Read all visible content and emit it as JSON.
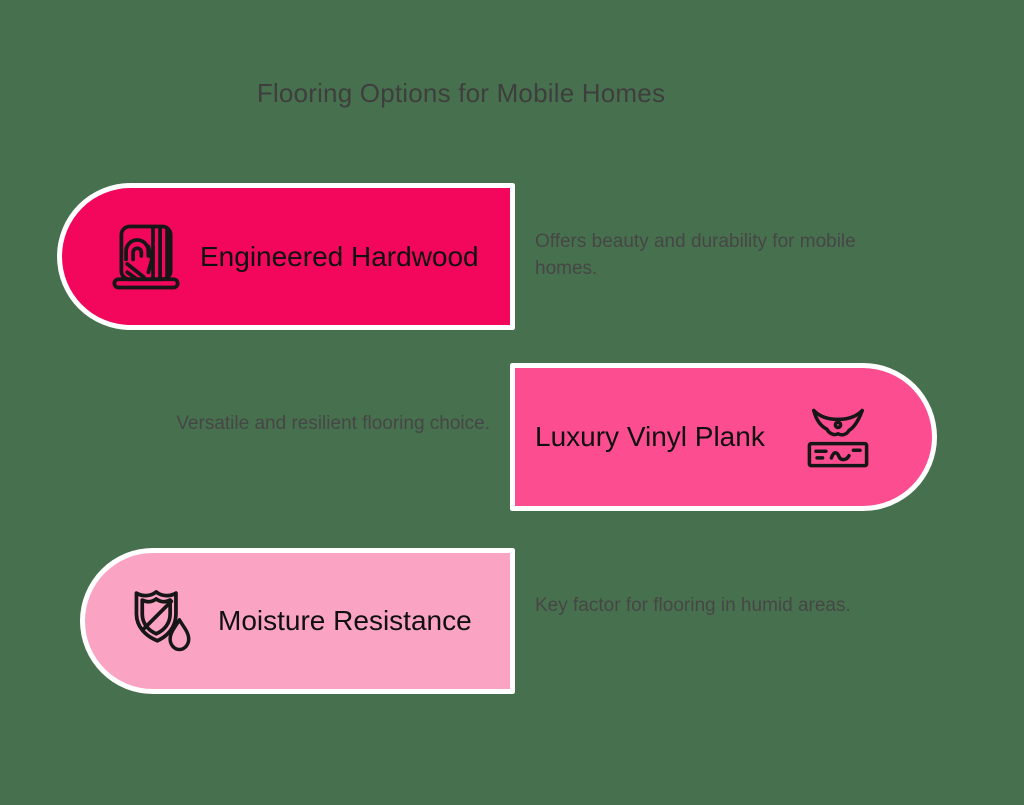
{
  "page": {
    "title": "Flooring Options for Mobile Homes",
    "background_color": "#47714E",
    "title_color": "#3E3E3E",
    "description_color": "#464646",
    "card_border_color": "#FFFFFF",
    "icon_stroke_color": "#161616"
  },
  "cards": [
    {
      "title": "Engineered Hardwood",
      "description": "Offers beauty and durability for mobile homes.",
      "fill": "#F2075C",
      "icon": "hardwood-floor-icon",
      "card_side": "left",
      "description_side": "right"
    },
    {
      "title": "Luxury Vinyl Plank",
      "description": "Versatile and resilient flooring choice.",
      "fill": "#FC4D90",
      "icon": "vinyl-plank-spill-icon",
      "card_side": "right",
      "description_side": "left"
    },
    {
      "title": "Moisture Resistance",
      "description": "Key factor for flooring in humid areas.",
      "fill": "#FAA3C3",
      "icon": "shield-water-droplet-icon",
      "card_side": "left",
      "description_side": "right"
    }
  ]
}
